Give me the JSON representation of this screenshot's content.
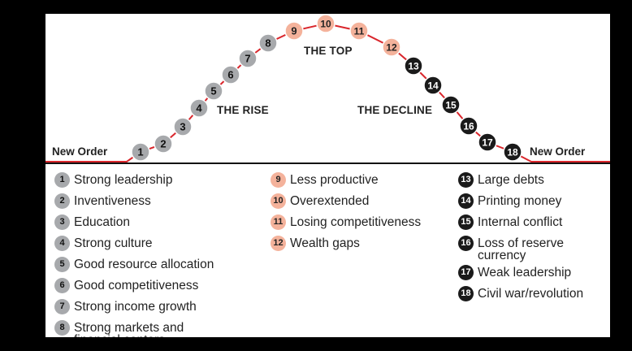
{
  "colors": {
    "rise": "#a7a9ac",
    "top": "#f4b29b",
    "decline": "#1a1a1a",
    "curve": "#d9262c",
    "rise_text": "#111111",
    "top_text": "#222222",
    "decline_text": "#ffffff"
  },
  "diagram": {
    "phases": {
      "rise": "THE RISE",
      "top": "THE TOP",
      "decline": "THE DECLINE"
    },
    "endpoints": {
      "start": "New Order",
      "end": "New Order"
    },
    "stages": [
      {
        "num": "1",
        "label": "Strong leadership",
        "phase": "rise"
      },
      {
        "num": "2",
        "label": "Inventiveness",
        "phase": "rise"
      },
      {
        "num": "3",
        "label": "Education",
        "phase": "rise"
      },
      {
        "num": "4",
        "label": "Strong culture",
        "phase": "rise"
      },
      {
        "num": "5",
        "label": "Good resource allocation",
        "phase": "rise"
      },
      {
        "num": "6",
        "label": "Good competitiveness",
        "phase": "rise"
      },
      {
        "num": "7",
        "label": "Strong income growth",
        "phase": "rise"
      },
      {
        "num": "8",
        "label": "Strong markets and\nfinancial centers",
        "phase": "rise"
      },
      {
        "num": "9",
        "label": "Less productive",
        "phase": "top"
      },
      {
        "num": "10",
        "label": "Overextended",
        "phase": "top"
      },
      {
        "num": "11",
        "label": "Losing competitiveness",
        "phase": "top"
      },
      {
        "num": "12",
        "label": "Wealth gaps",
        "phase": "top"
      },
      {
        "num": "13",
        "label": "Large debts",
        "phase": "decline"
      },
      {
        "num": "14",
        "label": "Printing money",
        "phase": "decline"
      },
      {
        "num": "15",
        "label": "Internal conflict",
        "phase": "decline"
      },
      {
        "num": "16",
        "label": "Loss of reserve\ncurrency",
        "phase": "decline"
      },
      {
        "num": "17",
        "label": "Weak leadership",
        "phase": "decline"
      },
      {
        "num": "18",
        "label": "Civil war/revolution",
        "phase": "decline"
      }
    ]
  }
}
